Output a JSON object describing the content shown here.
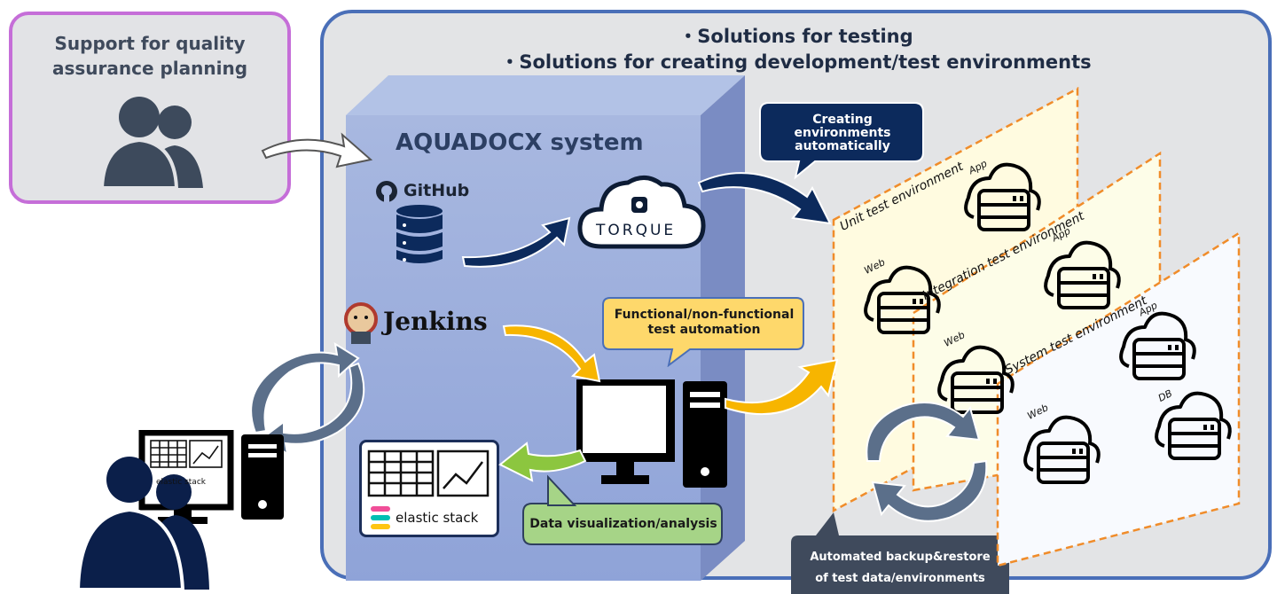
{
  "qa_panel": {
    "title_line1": "Support for quality",
    "title_line2": "assurance planning"
  },
  "main_panel": {
    "title_line1": "・Solutions for testing",
    "title_line2": "・Solutions for creating development/test environments"
  },
  "system": {
    "title": "AQUADOCX system",
    "github_label": "GitHub",
    "torque_label": "TORQUE",
    "jenkins_label": "Jenkins",
    "elastic_label": "elastic stack",
    "elastic_label_small": "elastic stack"
  },
  "callouts": {
    "auto_env_line1": "Creating",
    "auto_env_line2": "environments",
    "auto_env_line3": "automatically",
    "test_auto_line1": "Functional/non-functional",
    "test_auto_line2": "test automation",
    "data_vis": "Data visualization/analysis",
    "backup_line1": "Automated backup&restore",
    "backup_line2": "of test data/environments"
  },
  "environments": {
    "unit": {
      "title": "Unit test environment",
      "web": "Web",
      "app": "App"
    },
    "integration": {
      "title": "Integration test environment",
      "web": "Web",
      "app": "App"
    },
    "system": {
      "title": "System test environment",
      "web": "Web",
      "app": "App",
      "db": "DB"
    }
  },
  "colors": {
    "qa_border": "#c56ed8",
    "main_border": "#4a6fb8",
    "navy": "#0c2a5c",
    "yellow_arrow": "#f7b500",
    "green_arrow": "#8cc63f",
    "env_border": "#f08c2a"
  }
}
